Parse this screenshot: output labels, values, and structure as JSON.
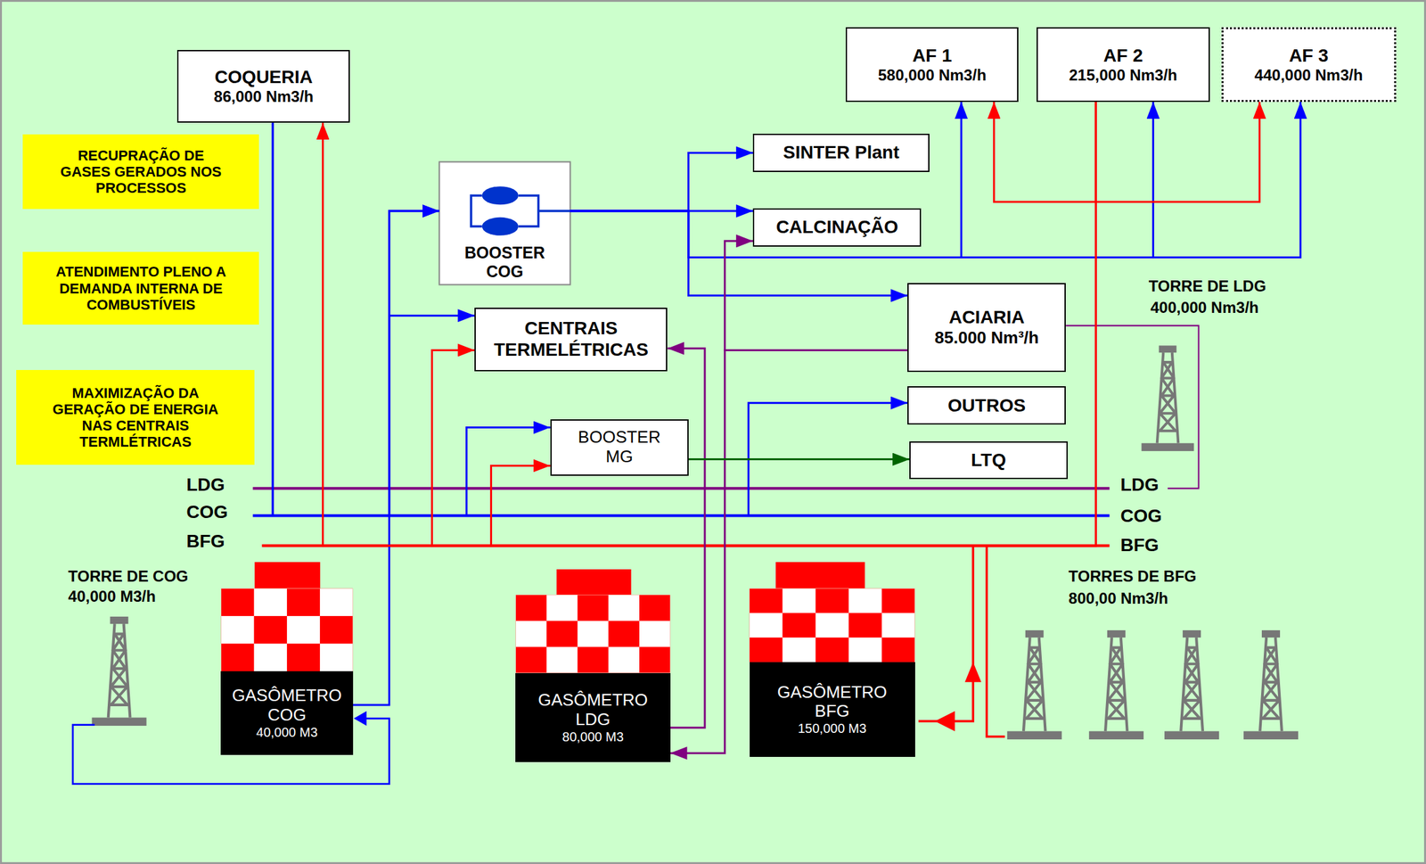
{
  "diagram": {
    "nodes": [
      {
        "text": [
          "COQUERIA",
          "86,000 Nm3/h"
        ]
      },
      {
        "text": [
          "AF 1",
          "580,000 Nm3/h"
        ]
      },
      {
        "text": [
          "AF 2",
          "215,000 Nm3/h"
        ]
      },
      {
        "text": [
          "AF 3",
          "440,000 Nm3/h"
        ]
      },
      {
        "text": [
          "RECUPRAÇÃO DE GASES GERADOS NOS PROCESSOS"
        ]
      },
      {
        "text": [
          "ATENDIMENTO PLENO A DEMANDA INTERNA DE COMBUSTÍVEIS"
        ]
      },
      {
        "text": [
          "MAXIMIZAÇÃO DA GERAÇÃO DE ENERGIA NAS CENTRAIS TERMLÉTRICAS"
        ]
      },
      {
        "text": [
          "BOOSTER COG"
        ]
      },
      {
        "text": [
          "SINTER Plant"
        ]
      },
      {
        "text": [
          "CALCINAÇÃO"
        ]
      },
      {
        "text": [
          "CENTRAIS TERMELÉTRICAS"
        ]
      },
      {
        "text": [
          "ACIARIA",
          "85.000 Nm³/h"
        ]
      },
      {
        "text": [
          "OUTROS"
        ]
      },
      {
        "text": [
          "BOOSTER MG"
        ]
      },
      {
        "text": [
          "LTQ"
        ]
      },
      {
        "text": [
          "GASÔMETRO COG",
          "40,000 M3"
        ]
      },
      {
        "text": [
          "GASÔMETRO LDG",
          "80,000 M3"
        ]
      },
      {
        "text": [
          "GASÔMETRO BFG",
          "150,000 M3"
        ]
      }
    ],
    "edges": [
      {
        "from": 0,
        "to": 7,
        "arrow": "to"
      },
      {
        "from": 0,
        "to": 10,
        "arrow": "to"
      },
      {
        "from": 0,
        "to": 13,
        "arrow": "to"
      },
      {
        "from": 0,
        "to": 12,
        "arrow": "to"
      },
      {
        "from": 15,
        "to": 7,
        "arrow": "to"
      },
      {
        "from": 7,
        "to": 8,
        "arrow": "to"
      },
      {
        "from": 7,
        "to": 9,
        "arrow": "to"
      },
      {
        "from": 7,
        "to": 11,
        "arrow": "to"
      },
      {
        "from": 7,
        "to": 1,
        "arrow": "to"
      },
      {
        "from": 7,
        "to": 2,
        "arrow": "to"
      },
      {
        "from": 7,
        "to": 3,
        "arrow": "to"
      },
      {
        "from": 2,
        "to": 0,
        "arrow": "to"
      },
      {
        "from": 2,
        "to": 10,
        "arrow": "to"
      },
      {
        "from": 2,
        "to": 13,
        "arrow": "to"
      },
      {
        "from": 2,
        "to": 1,
        "arrow": "to"
      },
      {
        "from": 2,
        "to": 3,
        "arrow": "to"
      },
      {
        "from": 11,
        "to": 16,
        "arrow": "to"
      },
      {
        "from": 11,
        "to": 9,
        "arrow": "to"
      },
      {
        "from": 16,
        "to": 10,
        "arrow": "to"
      },
      {
        "from": 13,
        "to": 14,
        "arrow": "to"
      }
    ],
    "labels": [
      "LDG",
      "COG",
      "BFG",
      "LDG",
      "COG",
      "BFG",
      "TORRE DE LDG",
      "400,000 Nm3/h",
      "TORRE DE COG",
      "40,000 M3/h",
      "TORRES DE BFG",
      "800,00 Nm3/h"
    ]
  }
}
